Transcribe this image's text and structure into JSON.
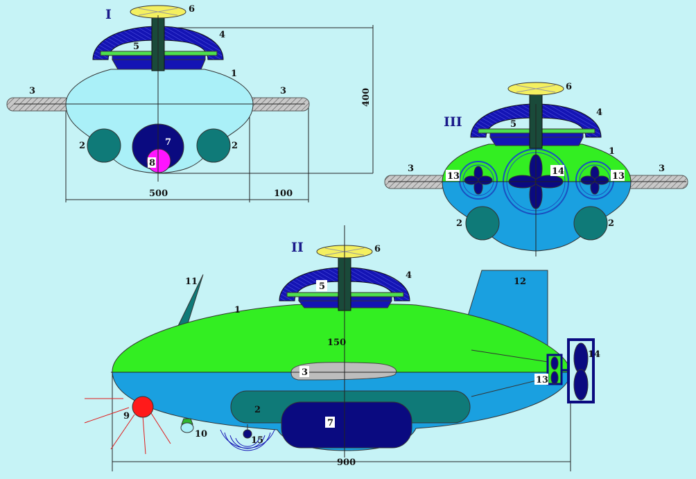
{
  "views": [
    {
      "id": "I",
      "label": "I"
    },
    {
      "id": "II",
      "label": "II"
    },
    {
      "id": "III",
      "label": "III"
    }
  ],
  "dimensions": {
    "front_width": "500",
    "front_wing": "100",
    "front_height": "400",
    "side_length": "900",
    "side_wing": "150"
  },
  "callouts": {
    "hull": "1",
    "ballonet": "2",
    "wing": "3",
    "canopy": "4",
    "platform": "5",
    "rotor": "6",
    "gondola": "7",
    "camera": "8",
    "lamp": "9",
    "sensor": "10",
    "antenna": "11",
    "fin": "12",
    "small_prop": "13",
    "main_prop": "14",
    "sonar": "15"
  },
  "colors": {
    "background": "#c6f3f6",
    "hull_top_green": "#33ee22",
    "hull_bottom_blue": "#1aa0e0",
    "hull_front_light": "#aaf0f8",
    "ballonet_teal": "#0f7a78",
    "gondola_navy": "#0a0a80",
    "canopy_blue": "#1414b4",
    "rotor_yellow": "#f4f060",
    "shaft_dark": "#1a4a3a",
    "wing_grey": "#bdbdbd",
    "camera_magenta": "#ff14ff",
    "lamp_red": "#ff1a1a"
  }
}
